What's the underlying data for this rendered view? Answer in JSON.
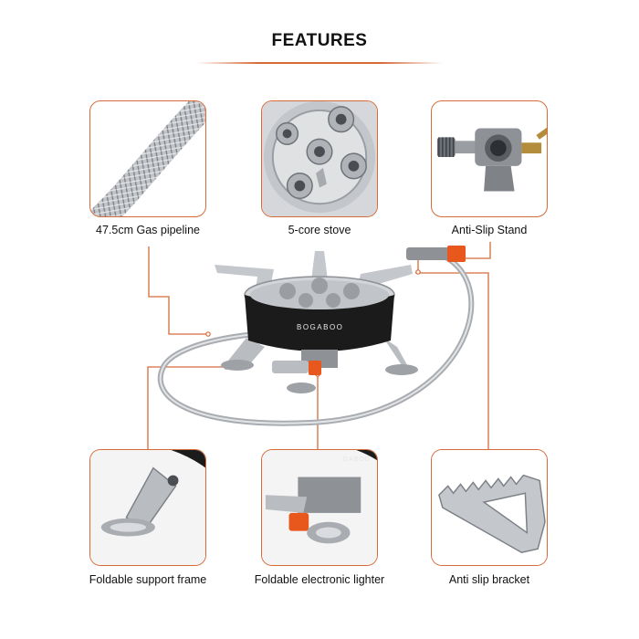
{
  "header": {
    "title": "FEATURES"
  },
  "features": [
    {
      "label": "47.5cm Gas pipeline"
    },
    {
      "label": "5-core stove"
    },
    {
      "label": "Anti-Slip Stand"
    },
    {
      "label": "Foldable support frame"
    },
    {
      "label": "Foldable electronic lighter"
    },
    {
      "label": "Anti slip bracket"
    }
  ],
  "product": {
    "brand": "BOGABOO",
    "brand_partial": "GABOO"
  },
  "colors": {
    "accent": "#d66b3a",
    "lighter_button": "#e8571b",
    "stove_body": "#1b1b1b",
    "metal": "#b9bcc0"
  }
}
